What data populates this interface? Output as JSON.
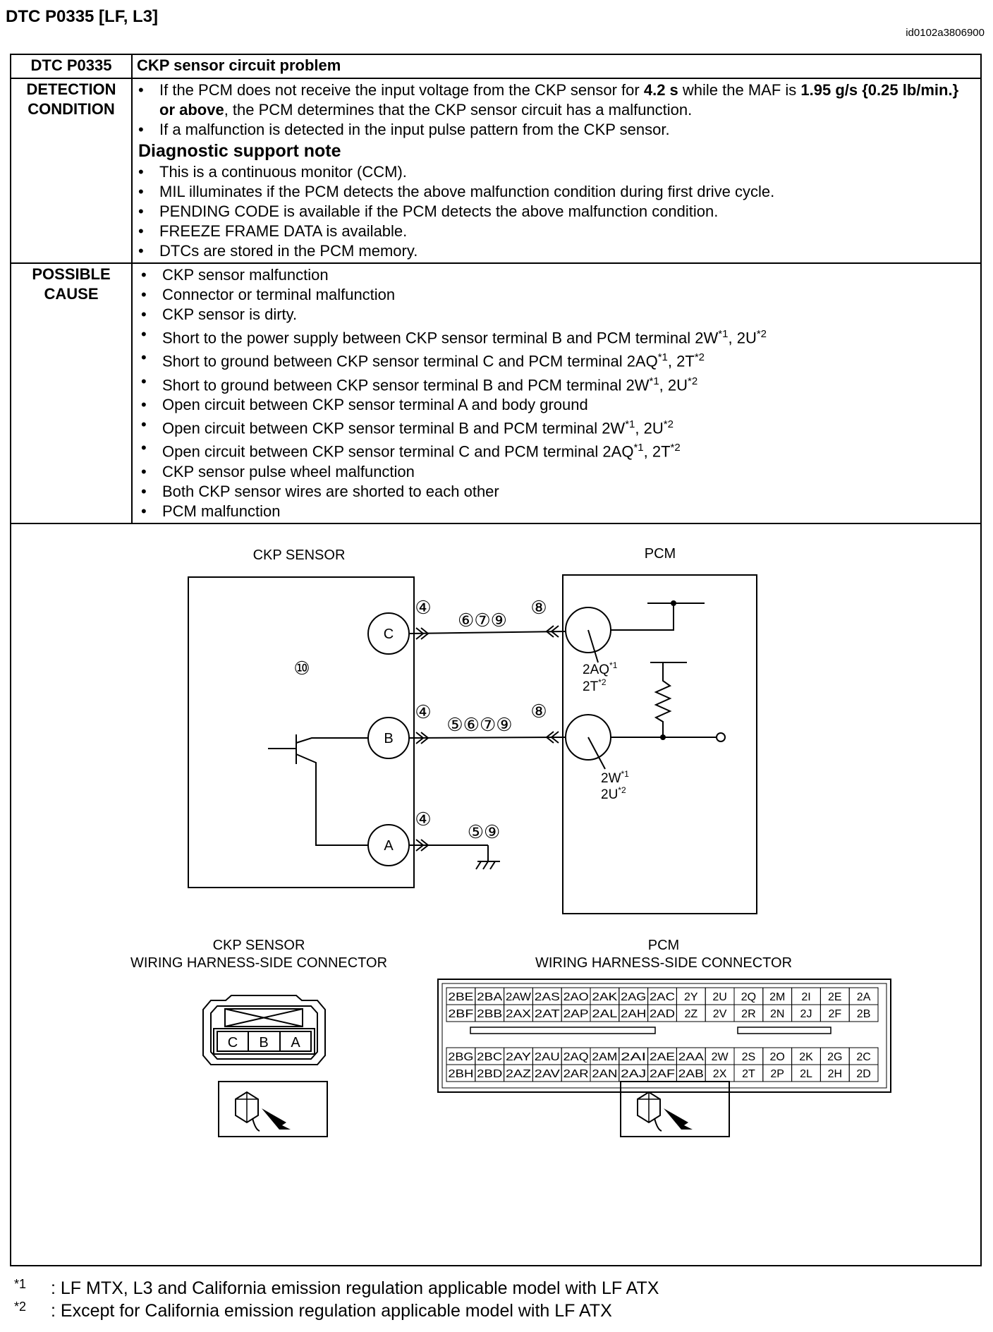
{
  "header": {
    "title": "DTC P0335 [LF, L3]",
    "doc_id": "id0102a3806900"
  },
  "table": {
    "code": "DTC P0335",
    "description": "CKP sensor circuit problem",
    "detection": {
      "label_line1": "DETECTION",
      "label_line2": "CONDITION",
      "item1_a": "If the PCM does not receive the input voltage from the CKP sensor for ",
      "item1_b": "4.2 s",
      "item1_c": " while the MAF is ",
      "item1_d": "1.95 g/s {0.25 lb/min.} or above",
      "item1_e": ", the PCM determines that the CKP sensor circuit has a malfunction.",
      "item2": "If a malfunction is detected in the input pulse pattern from the CKP sensor.",
      "note_title": "Diagnostic support note",
      "notes": [
        "This is a continuous monitor (CCM).",
        "MIL illuminates if the PCM detects the above malfunction condition during first drive cycle.",
        "PENDING CODE is available if the PCM detects the above malfunction condition.",
        "FREEZE FRAME DATA is available.",
        "DTCs are stored in the PCM memory."
      ]
    },
    "cause": {
      "label_line1": "POSSIBLE",
      "label_line2": "CAUSE",
      "items": [
        "CKP sensor malfunction",
        "Connector or terminal malfunction",
        "CKP sensor is dirty.",
        "Short to the power supply between CKP sensor terminal B and PCM terminal 2W*1, 2U*2",
        "Short to ground between CKP sensor terminal C and PCM terminal 2AQ*1, 2T*2",
        "Short to ground between CKP sensor terminal B and PCM terminal 2W*1, 2U*2",
        "Open circuit between CKP sensor terminal A and body ground",
        "Open circuit between CKP sensor terminal B and PCM terminal 2W*1, 2U*2",
        "Open circuit between CKP sensor terminal C and PCM terminal 2AQ*1, 2T*2",
        "CKP sensor pulse wheel malfunction",
        "Both CKP sensor wires are shorted to each other",
        "PCM malfunction"
      ]
    }
  },
  "diagram": {
    "ckp_label": "CKP SENSOR",
    "pcm_label": "PCM",
    "terminal_c": "C",
    "terminal_b": "B",
    "terminal_a": "A",
    "ref_10": "⑩",
    "ref_4": "④",
    "ref_8": "⑧",
    "wire_c_refs": "⑥⑦⑨",
    "wire_b_refs": "⑤⑥⑦⑨",
    "wire_a_refs": "⑤⑨",
    "pcm_c_term1": "2AQ",
    "pcm_c_term2": "2T",
    "pcm_b_term1": "2W",
    "pcm_b_term2": "2U",
    "sup1": "*1",
    "sup2": "*2",
    "ckp_conn_line1": "CKP SENSOR",
    "ckp_conn_line2": "WIRING HARNESS-SIDE CONNECTOR",
    "pcm_conn_line1": "PCM",
    "pcm_conn_line2": "WIRING HARNESS-SIDE CONNECTOR",
    "pcm_rows": [
      [
        "2BE",
        "2BA",
        "2AW",
        "2AS",
        "2AO",
        "2AK",
        "2AG",
        "2AC",
        "2Y",
        "2U",
        "2Q",
        "2M",
        "2I",
        "2E",
        "2A"
      ],
      [
        "2BF",
        "2BB",
        "2AX",
        "2AT",
        "2AP",
        "2AL",
        "2AH",
        "2AD",
        "2Z",
        "2V",
        "2R",
        "2N",
        "2J",
        "2F",
        "2B"
      ],
      [
        "2BG",
        "2BC",
        "2AY",
        "2AU",
        "2AQ",
        "2AM",
        "2AI",
        "2AE",
        "2AA",
        "2W",
        "2S",
        "2O",
        "2K",
        "2G",
        "2C"
      ],
      [
        "2BH",
        "2BD",
        "2AZ",
        "2AV",
        "2AR",
        "2AN",
        "2AJ",
        "2AF",
        "2AB",
        "2X",
        "2T",
        "2P",
        "2L",
        "2H",
        "2D"
      ]
    ]
  },
  "footnotes": {
    "mark1": "*1",
    "text1": ": LF MTX, L3 and California emission regulation applicable model with LF ATX",
    "mark2": "*2",
    "text2": ": Except for California emission regulation applicable model with LF ATX"
  }
}
